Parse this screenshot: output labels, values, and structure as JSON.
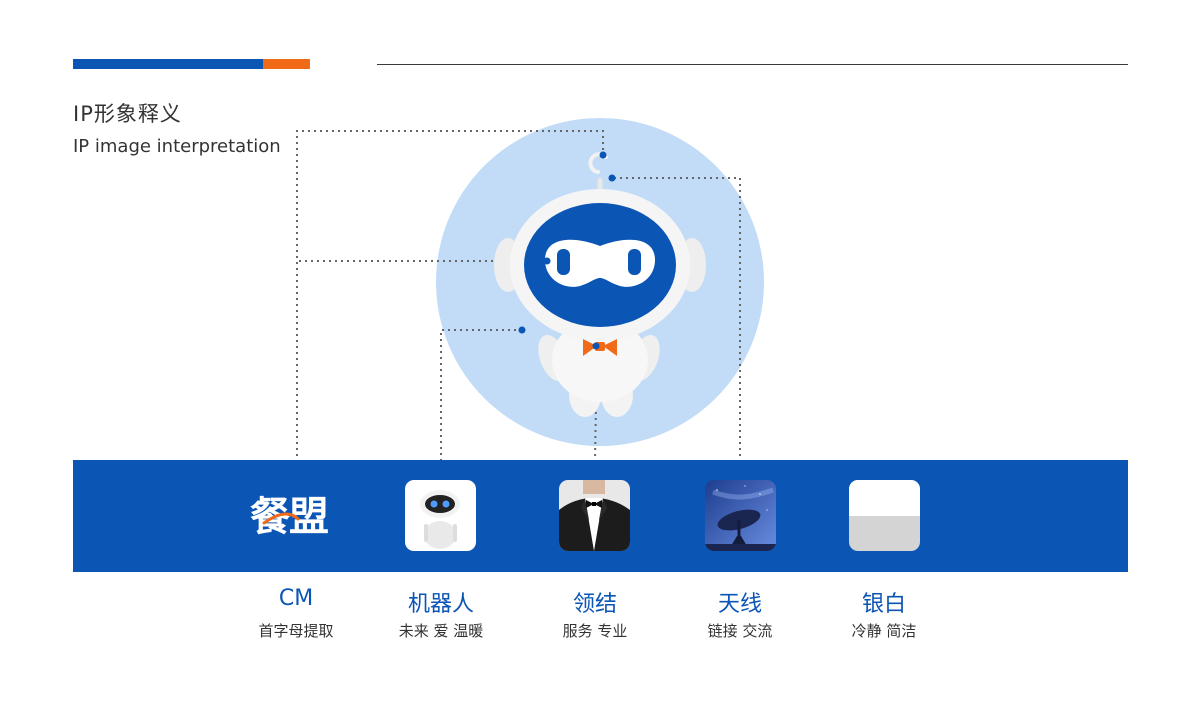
{
  "header": {
    "title_cn": "IP形象释义",
    "title_en": "IP image interpretation"
  },
  "band": {
    "brand_logo_text": "餐盟"
  },
  "features": [
    {
      "title": "CM",
      "subtitle": "首字母提取",
      "icon": "brand-logo-icon"
    },
    {
      "title": "机器人",
      "subtitle": "未来 爱 温暖",
      "icon": "robot-photo-icon"
    },
    {
      "title": "领结",
      "subtitle": "服务 专业",
      "icon": "tuxedo-bowtie-photo-icon"
    },
    {
      "title": "天线",
      "subtitle": "链接 交流",
      "icon": "satellite-dish-photo-icon"
    },
    {
      "title": "银白",
      "subtitle": "冷静 简洁",
      "icon": "silver-color-swatch-icon"
    }
  ],
  "colors": {
    "primary_blue": "#0b55b5",
    "accent_orange": "#f06a17",
    "circle_light_blue": "#c2dcf7",
    "silver": "#d4d4d4"
  }
}
